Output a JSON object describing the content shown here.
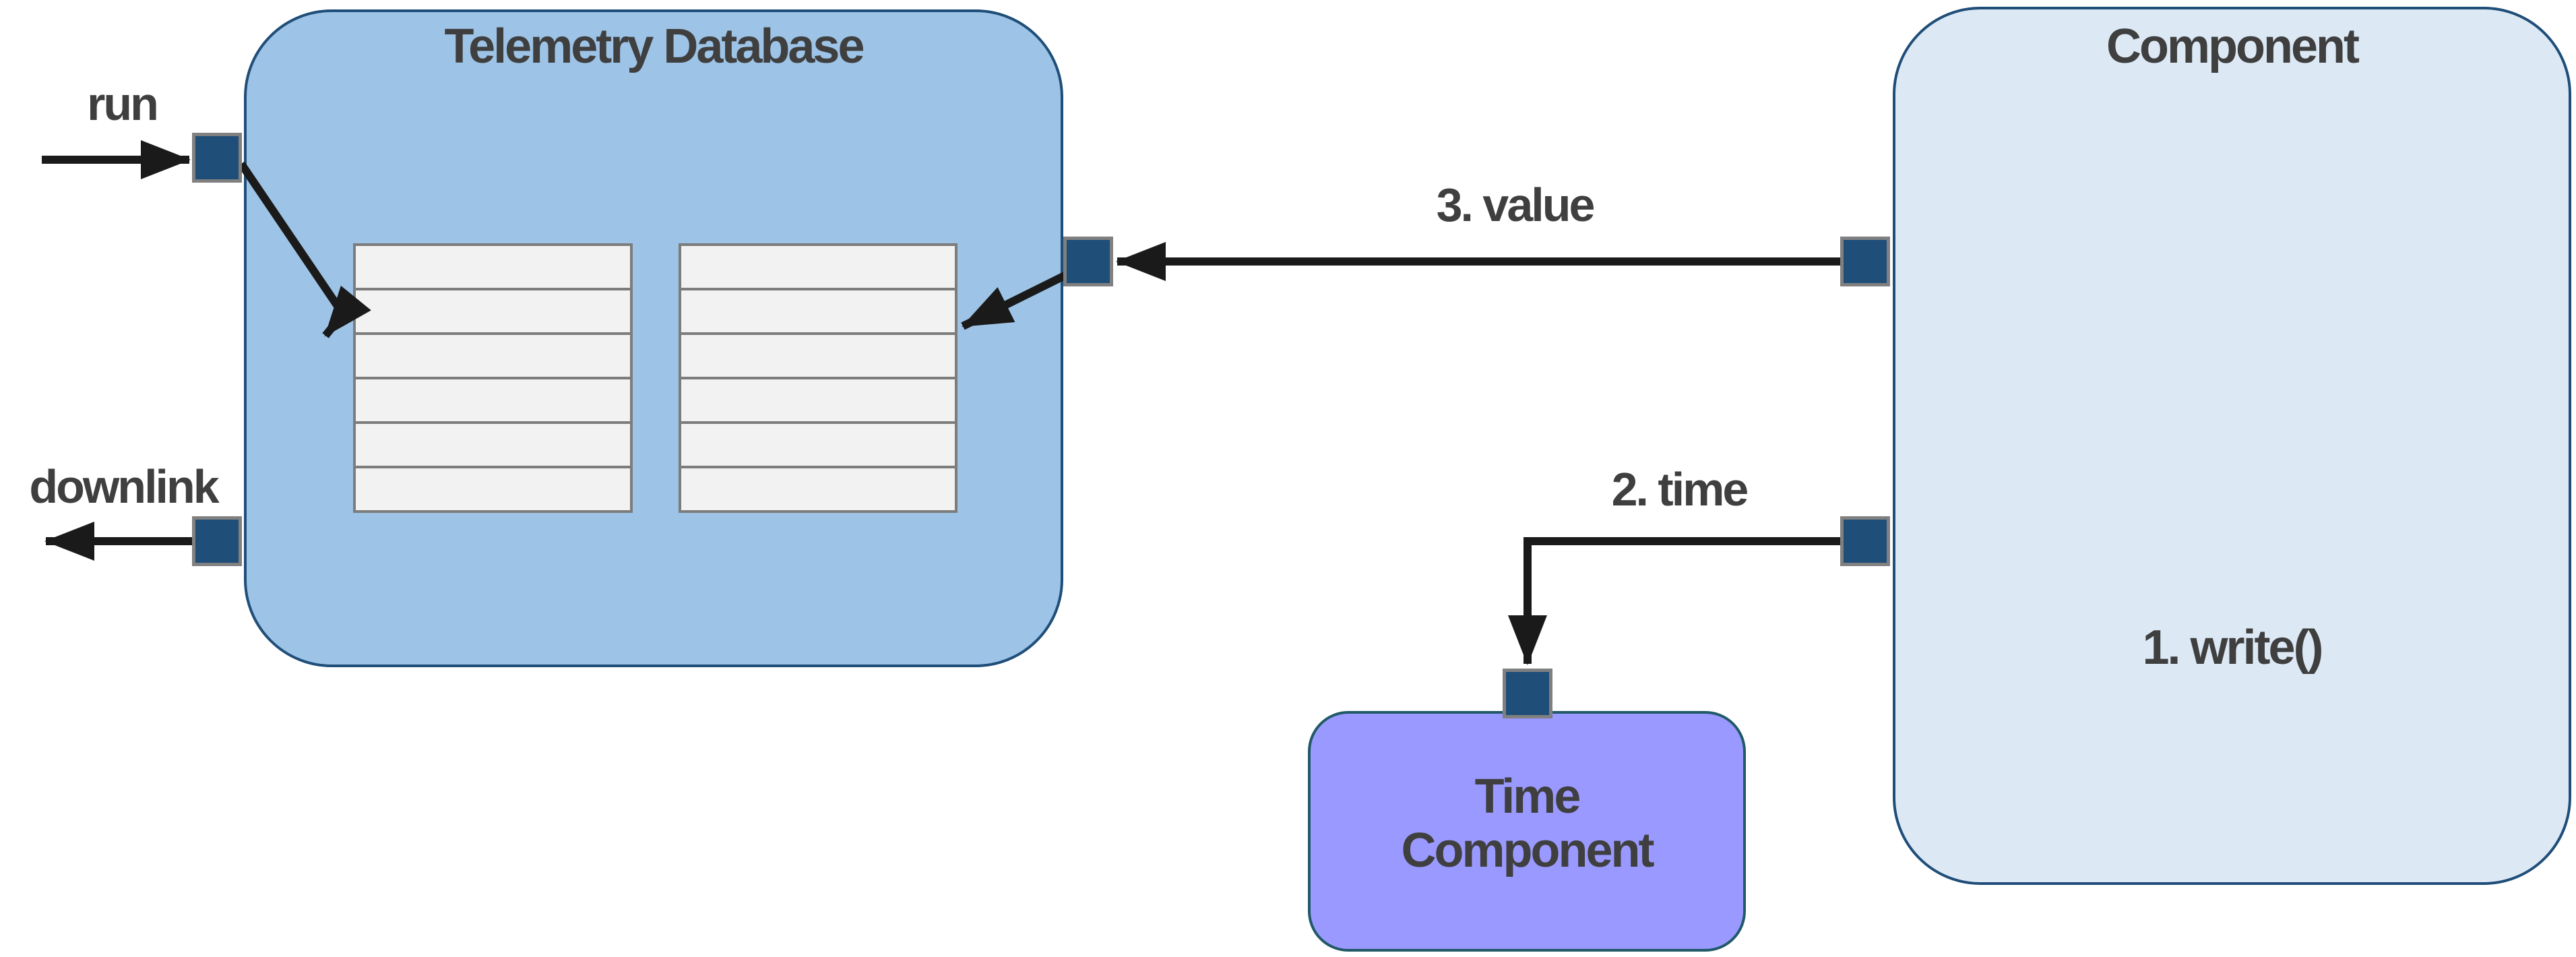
{
  "diagram": {
    "boxes": {
      "telemetry_database": {
        "title": "Telemetry Database",
        "fill": "#9DC3E6",
        "border": "#1F4E79",
        "tables": {
          "count": 2,
          "rows_per_table": 6
        }
      },
      "component": {
        "title": "Component",
        "annotation": "1. write()",
        "fill": "#DCE9F5",
        "border": "#1F4E79"
      },
      "time_component": {
        "title_line1": "Time",
        "title_line2": "Component",
        "fill": "#9999FF",
        "border": "#215968"
      }
    },
    "edge_labels": {
      "run": "run",
      "downlink": "downlink",
      "value": "3. value",
      "time": "2. time"
    },
    "ports": [
      "run-input-port",
      "downlink-output-port",
      "telemetry-value-port",
      "component-value-port",
      "component-time-port",
      "time-component-port"
    ]
  },
  "colors": {
    "page_bg": "#FFFFFF",
    "telemetry_fill": "#9DC3E6",
    "telemetry_border": "#1F4E79",
    "component_fill": "#DCE9F5",
    "component_border": "#1F4E79",
    "time_fill": "#9999FF",
    "time_border": "#215968",
    "port_fill": "#1F4E79",
    "port_border": "#808080",
    "table_fill": "#F2F2F2",
    "table_border": "#7C7C7C",
    "arrow_color": "#1A1A1A",
    "text_color": "#3F3F3F"
  }
}
